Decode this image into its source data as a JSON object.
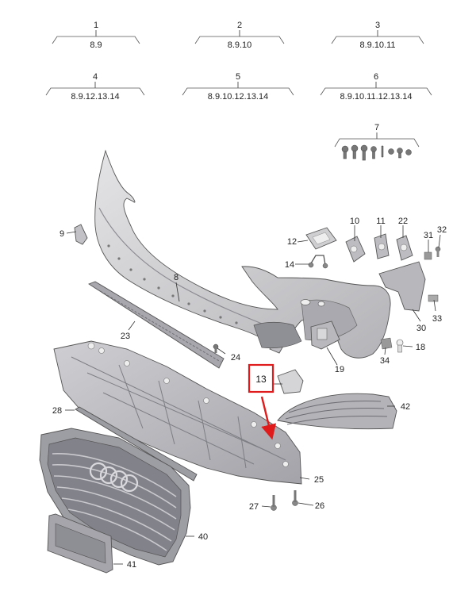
{
  "groups": [
    {
      "number": "1",
      "refs": "8.9"
    },
    {
      "number": "2",
      "refs": "8.9.10"
    },
    {
      "number": "3",
      "refs": "8.9.10.11"
    },
    {
      "number": "4",
      "refs": "8.9.12.13.14"
    },
    {
      "number": "5",
      "refs": "8.9.10.12.13.14"
    },
    {
      "number": "6",
      "refs": "8.9.10.11.12.13.14"
    }
  ],
  "kit": {
    "number": "7"
  },
  "callouts": {
    "c8": "8",
    "c9": "9",
    "c10": "10",
    "c11": "11",
    "c12": "12",
    "c14": "14",
    "c18": "18",
    "c19": "19",
    "c22": "22",
    "c23": "23",
    "c24": "24",
    "c25": "25",
    "c26": "26",
    "c27": "27",
    "c28": "28",
    "c30": "30",
    "c31": "31",
    "c32": "32",
    "c33": "33",
    "c34": "34",
    "c40": "40",
    "c41": "41",
    "c42": "42"
  },
  "highlight": {
    "label": "13",
    "color": "#e01b1b"
  },
  "colors": {
    "part_fill": "#d2d2d4",
    "part_dark": "#9a9aa0",
    "highlight": "#e01b1b"
  }
}
